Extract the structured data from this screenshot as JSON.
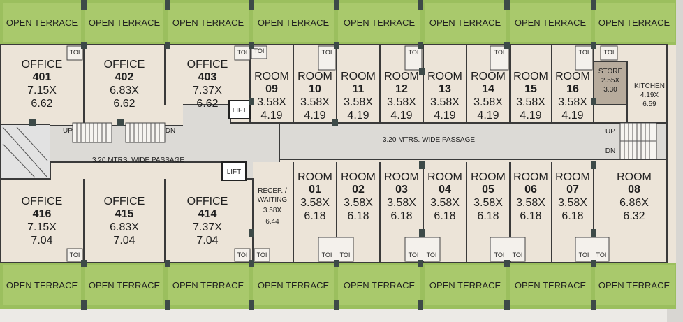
{
  "terraces_top": [
    "OPEN TERRACE",
    "OPEN TERRACE",
    "OPEN TERRACE",
    "OPEN TERRACE",
    "OPEN TERRACE",
    "OPEN TERRACE",
    "OPEN TERRACE",
    "OPEN TERRACE"
  ],
  "terraces_bottom": [
    "OPEN TERRACE",
    "OPEN TERRACE",
    "OPEN TERRACE",
    "OPEN TERRACE",
    "OPEN TERRACE",
    "OPEN TERRACE",
    "OPEN TERRACE",
    "OPEN TERRACE"
  ],
  "offices_top": [
    {
      "name": "OFFICE",
      "num": "401",
      "w": "7.15X",
      "h": "6.62"
    },
    {
      "name": "OFFICE",
      "num": "402",
      "w": "6.83X",
      "h": "6.62"
    },
    {
      "name": "OFFICE",
      "num": "403",
      "w": "7.37X",
      "h": "6.62"
    }
  ],
  "offices_bottom": [
    {
      "name": "OFFICE",
      "num": "416",
      "w": "7.15X",
      "h": "7.04"
    },
    {
      "name": "OFFICE",
      "num": "415",
      "w": "6.83X",
      "h": "7.04"
    },
    {
      "name": "OFFICE",
      "num": "414",
      "w": "7.37X",
      "h": "7.04"
    }
  ],
  "rooms_top": [
    {
      "name": "ROOM",
      "num": "09",
      "w": "3.58X",
      "h": "4.19"
    },
    {
      "name": "ROOM",
      "num": "10",
      "w": "3.58X",
      "h": "4.19"
    },
    {
      "name": "ROOM",
      "num": "11",
      "w": "3.58X",
      "h": "4.19"
    },
    {
      "name": "ROOM",
      "num": "12",
      "w": "3.58X",
      "h": "4.19"
    },
    {
      "name": "ROOM",
      "num": "13",
      "w": "3.58X",
      "h": "4.19"
    },
    {
      "name": "ROOM",
      "num": "14",
      "w": "3.58X",
      "h": "4.19"
    },
    {
      "name": "ROOM",
      "num": "15",
      "w": "3.58X",
      "h": "4.19"
    },
    {
      "name": "ROOM",
      "num": "16",
      "w": "3.58X",
      "h": "4.19"
    }
  ],
  "rooms_bottom": [
    {
      "name": "ROOM",
      "num": "01",
      "w": "3.58X",
      "h": "6.18"
    },
    {
      "name": "ROOM",
      "num": "02",
      "w": "3.58X",
      "h": "6.18"
    },
    {
      "name": "ROOM",
      "num": "03",
      "w": "3.58X",
      "h": "6.18"
    },
    {
      "name": "ROOM",
      "num": "04",
      "w": "3.58X",
      "h": "6.18"
    },
    {
      "name": "ROOM",
      "num": "05",
      "w": "3.58X",
      "h": "6.18"
    },
    {
      "name": "ROOM",
      "num": "06",
      "w": "3.58X",
      "h": "6.18"
    },
    {
      "name": "ROOM",
      "num": "07",
      "w": "3.58X",
      "h": "6.18"
    }
  ],
  "room08": {
    "name": "ROOM",
    "num": "08",
    "w": "6.86X",
    "h": "6.32"
  },
  "store": {
    "name": "STORE",
    "w": "2.55X",
    "h": "3.30"
  },
  "kitchen": {
    "name": "KITCHEN",
    "w": "4.19X",
    "h": "6.59"
  },
  "reception": {
    "l1": "RECEP. /",
    "l2": "WAITING",
    "w": "3.58X",
    "h": "6.44"
  },
  "passage_left": "3.20 MTRS. WIDE PASSAGE",
  "passage_right": "3.20 MTRS. WIDE PASSAGE",
  "lift_label": "LIFT",
  "toilet_label": "TOI",
  "stair_up": "UP",
  "stair_dn": "DN",
  "colors": {
    "terrace": "#9bbf5e",
    "room": "#ece4d8",
    "passage": "#dcdad6",
    "store": "#b7ab9c"
  }
}
